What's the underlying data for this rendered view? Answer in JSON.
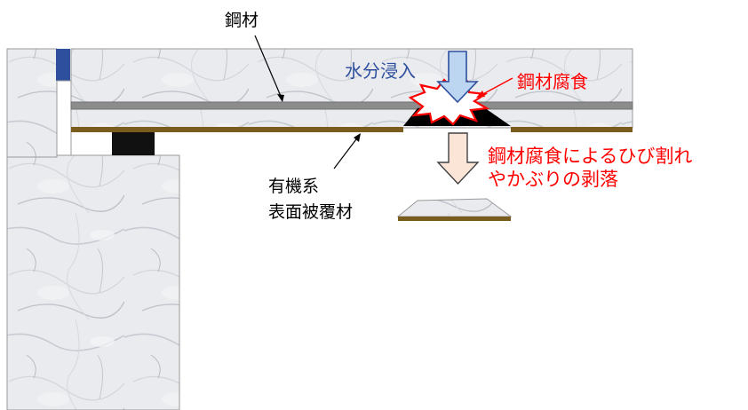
{
  "labels": {
    "steel": "鋼材",
    "water_ingress": "水分浸入",
    "steel_corrosion": "鋼材腐食",
    "result_line1": "鋼材腐食によるひび割れ",
    "result_line2": "やかぶりの剥落",
    "coating_line1": "有機系",
    "coating_line2": "表面被覆材"
  },
  "colors": {
    "concrete_marble": "#e6e8ec",
    "steel_bar": "#8c8c8c",
    "coating_layer": "#7a5c1e",
    "bearing_pad": "#111111",
    "blue_end_block": "#2e4f9e",
    "water_arrow_fill": "#bcd6f2",
    "spall_arrow_fill": "#fbe5d6",
    "explosion_red": "#ff0000",
    "corrosion_product": "#000000",
    "label_blue": "#2e4f9e",
    "label_red": "#ff0000"
  },
  "icons": {
    "water_arrow": "down-arrow-icon",
    "spall_arrow": "down-arrow-icon",
    "corrosion_burst": "explosion-icon"
  }
}
